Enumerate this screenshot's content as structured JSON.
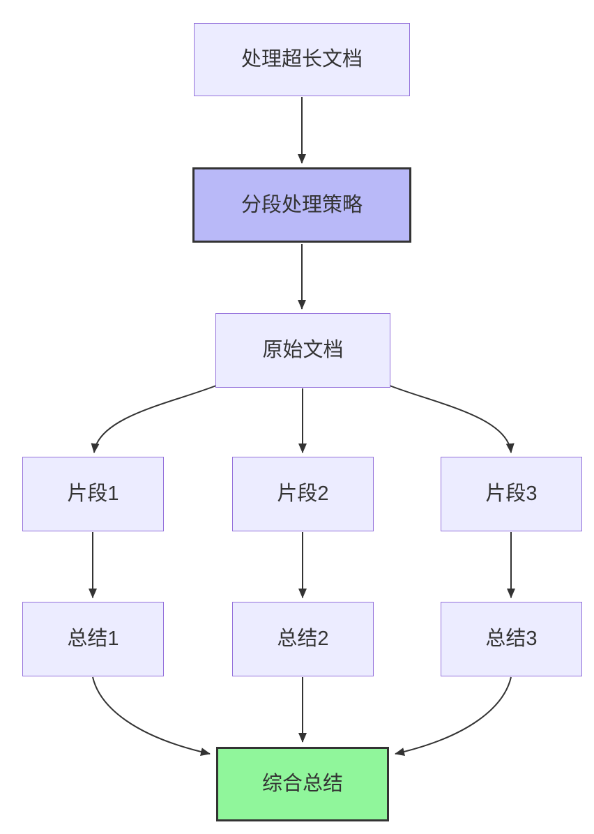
{
  "diagram": {
    "kind": "flowchart",
    "direction": "top-down",
    "nodes": [
      {
        "id": "A",
        "label": "处理超长文档",
        "style": "default"
      },
      {
        "id": "B",
        "label": "分段处理策略",
        "style": "emphasis"
      },
      {
        "id": "C",
        "label": "原始文档",
        "style": "default"
      },
      {
        "id": "D1",
        "label": "片段1",
        "style": "default"
      },
      {
        "id": "D2",
        "label": "片段2",
        "style": "default"
      },
      {
        "id": "D3",
        "label": "片段3",
        "style": "default"
      },
      {
        "id": "E1",
        "label": "总结1",
        "style": "default"
      },
      {
        "id": "E2",
        "label": "总结2",
        "style": "default"
      },
      {
        "id": "E3",
        "label": "总结3",
        "style": "default"
      },
      {
        "id": "F",
        "label": "综合总结",
        "style": "result"
      }
    ],
    "edges": [
      {
        "from": "A",
        "to": "B"
      },
      {
        "from": "B",
        "to": "C"
      },
      {
        "from": "C",
        "to": "D1"
      },
      {
        "from": "C",
        "to": "D2"
      },
      {
        "from": "C",
        "to": "D3"
      },
      {
        "from": "D1",
        "to": "E1"
      },
      {
        "from": "D2",
        "to": "E2"
      },
      {
        "from": "D3",
        "to": "E3"
      },
      {
        "from": "E1",
        "to": "F"
      },
      {
        "from": "E2",
        "to": "F"
      },
      {
        "from": "E3",
        "to": "F"
      }
    ],
    "colors": {
      "background": "#FFFFFF",
      "node_fill": "#ECECFF",
      "node_border": "#9370DB",
      "emphasis_fill": "#B9B9F8",
      "emphasis_border": "#333333",
      "result_fill": "#90F69B",
      "result_border": "#333333",
      "edge": "#333333",
      "text": "#333333"
    }
  }
}
